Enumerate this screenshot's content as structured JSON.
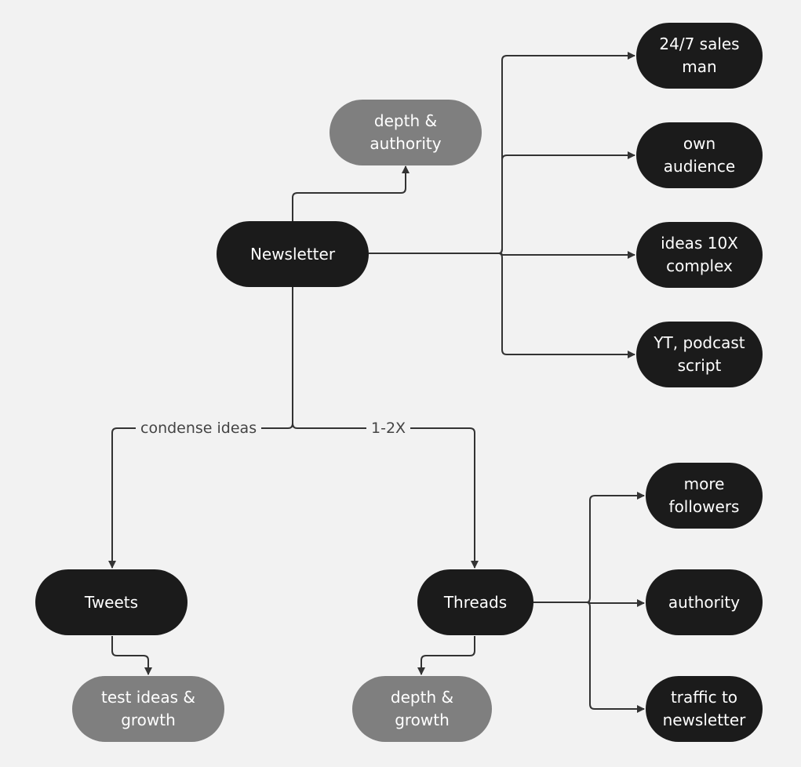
{
  "nodes": {
    "newsletter": "Newsletter",
    "depth_authority": "depth &\nauthority",
    "sales_man": "24/7 sales\nman",
    "own_audience": "own\naudience",
    "ideas_10x": "ideas 10X\ncomplex",
    "yt_podcast": "YT, podcast\nscript",
    "tweets": "Tweets",
    "threads": "Threads",
    "test_ideas": "test ideas &\ngrowth",
    "depth_growth": "depth &\ngrowth",
    "more_followers": "more\nfollowers",
    "authority": "authority",
    "traffic_newsletter": "traffic to\nnewsletter"
  },
  "edge_labels": {
    "condense": "condense ideas",
    "frequency": "1-2X"
  },
  "colors": {
    "background": "#f2f2f2",
    "dark_node": "#1b1b1b",
    "gray_node": "#7f7f7f",
    "edge": "#333333"
  }
}
